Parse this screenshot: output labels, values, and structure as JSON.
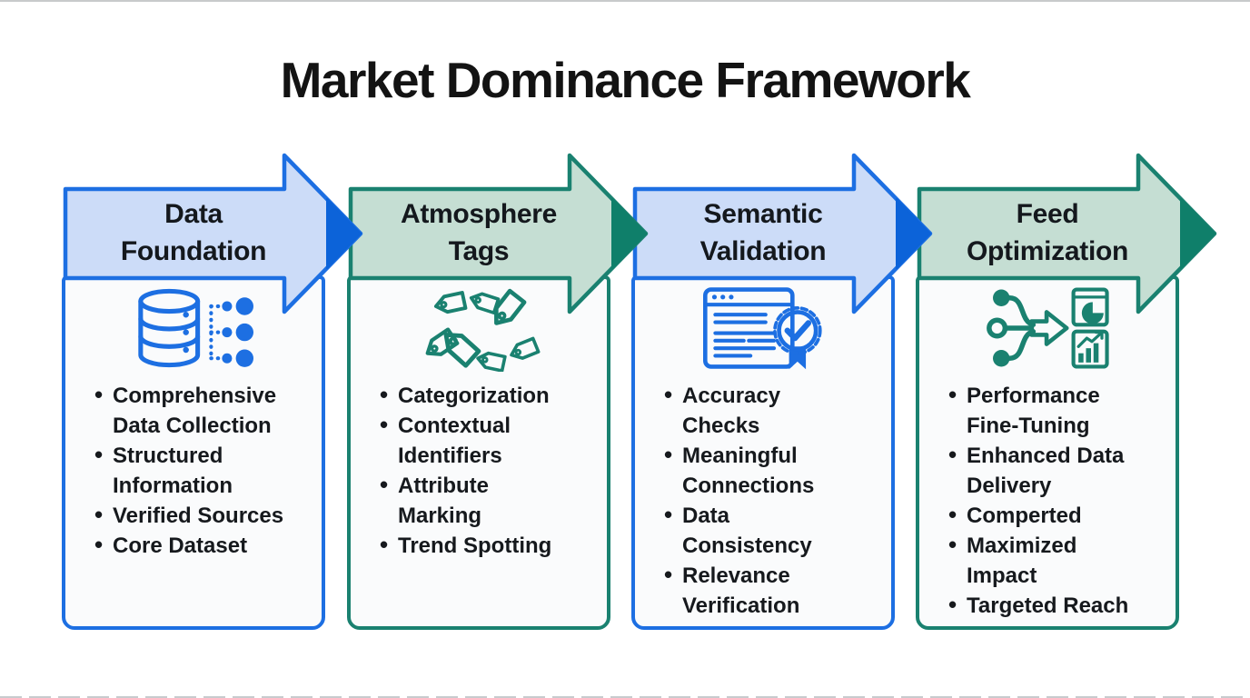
{
  "title": "Market Dominance Framework",
  "colors": {
    "blue_accent": "#1d6fe2",
    "blue_fill": "#ccdcf8",
    "blue_tip": "#0c63d9",
    "teal_accent": "#1a8170",
    "teal_fill": "#c5ded3",
    "teal_tip": "#0f7f6a",
    "card_bg": "#fafbfc",
    "title_text": "#131313",
    "heading_text": "#14181d",
    "body_text": "#16191d",
    "background": "#ffffff"
  },
  "stages": [
    {
      "id": "data-foundation",
      "label": "Data\nFoundation",
      "theme": "blue",
      "icon": "database-sync-icon",
      "bullets": [
        "Comprehensive\nData Collection",
        "Structured\nInformation",
        "Verified Sources",
        "Core Dataset"
      ]
    },
    {
      "id": "atmosphere-tags",
      "label": "Atmosphere\nTags",
      "theme": "teal",
      "icon": "tags-icon",
      "bullets": [
        "Categorization",
        "Contextual\nIdentifiers",
        "Attribute\nMarking",
        "Trend Spotting"
      ]
    },
    {
      "id": "semantic-validation",
      "label": "Semantic\nValidation",
      "theme": "blue",
      "icon": "validated-document-icon",
      "bullets": [
        "Accuracy\nChecks",
        "Meaningful\nConnections",
        "Data\nConsistency",
        "Relevance\nVerification"
      ]
    },
    {
      "id": "feed-optimization",
      "label": "Feed\nOptimization",
      "theme": "teal",
      "icon": "feed-distribution-icon",
      "bullets": [
        "Performance\nFine-Tuning",
        "Enhanced Data\nDelivery",
        "Comperted",
        "Maximized\nImpact",
        "Targeted Reach"
      ]
    }
  ]
}
